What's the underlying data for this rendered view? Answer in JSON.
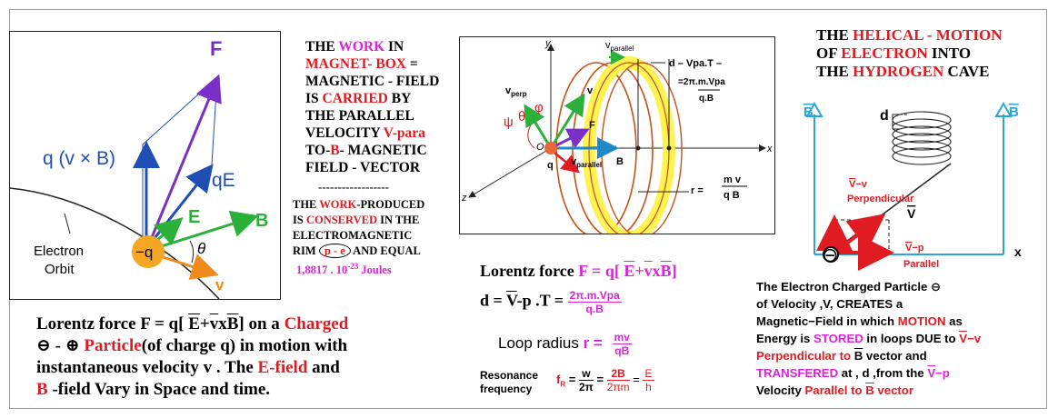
{
  "panel1": {
    "labels": {
      "F": "F",
      "qvxB": "q (v × B)",
      "qE": "qE",
      "E": "E",
      "B": "B",
      "neg_q": "−q",
      "theta": "θ",
      "v": "v",
      "electron_orbit_1": "Electron",
      "electron_orbit_2": "Orbit"
    },
    "caption": {
      "l1_a": "Lorentz force ",
      "l1_b": "F",
      "l1_c": " = q[ ",
      "l1_d": "E",
      "l1_e": "+",
      "l1_f": "v",
      "l1_g": "x",
      "l1_h": "B",
      "l1_i": "] on a ",
      "l1_j": "Charged",
      "l2_a": "⊖ - ⊕ ",
      "l2_b": "Particle",
      "l2_c": "(of charge q) in motion with",
      "l3": "instantaneous velocity v . The ",
      "l3_b": "E-field",
      "l3_c": " and",
      "l4_a": "B",
      "l4_b": " -field  Vary in Space and time."
    }
  },
  "panel2": {
    "text": {
      "t1_a": "THE  ",
      "t1_b": "WORK",
      "t1_c": " IN",
      "t2_a": "MAGNET- BOX",
      "t2_b": " =",
      "t3": "MAGNETIC -  FIELD",
      "t4_a": "IS  ",
      "t4_b": "CARRIED",
      "t4_c": " BY",
      "t5": "THE PARALLEL",
      "t6_a": "VELOCITY ",
      "t6_b": "V-para",
      "t7_a": "TO-",
      "t7_b": "B",
      "t7_c": "- MAGNETIC",
      "t8": "FIELD - VECTOR",
      "sep": "------------------",
      "u1_a": "THE ",
      "u1_b": "WORK",
      "u1_c": "-PRODUCED",
      "u2_a": "IS ",
      "u2_b": "CONSERVED",
      "u2_c": "  IN THE",
      "u3": "ELECTROMAGNETIC",
      "u4_a": "RIM ",
      "u4_b": "p - e",
      "u4_c": " AND  EQUAL",
      "u5_a": "1,8817  . 10",
      "u5_b": "-23",
      "u5_c": "  Joules"
    }
  },
  "panel3": {
    "labels": {
      "y": "y",
      "x": "x",
      "z": "z",
      "O": "O",
      "q": "q",
      "vparallel_top": "v",
      "vparallel_top_sub": "parallel",
      "vperp": "v",
      "vperp_sub": "perp",
      "v": "v",
      "F": "F",
      "vparallel": "v",
      "vparallel_sub": "parallel",
      "B": "B",
      "psi": "ψ",
      "theta": "θ",
      "phi": "φ",
      "d_formula_1": "d – Vpa.T –",
      "d_formula_2": "=2π.m.Vpa",
      "d_formula_3": "q.B",
      "r_eq": "r =",
      "r_num": "m v",
      "r_den": "q B"
    },
    "formulas": {
      "lorentz_a": "Lorentz force   ",
      "lorentz_b": "F = q[ ",
      "lorentz_c": "E",
      "lorentz_d": "+",
      "lorentz_e": "v",
      "lorentz_f": "x",
      "lorentz_g": "B",
      "lorentz_h": "]",
      "d_a": "d = ",
      "d_b": "V",
      "d_c": "-p  .T = ",
      "d_num": "2π.m.Vpa",
      "d_den": "q.B",
      "loop_a": "Loop radius ",
      "loop_b": "r  =",
      "loop_num": "mv",
      "loop_den": "qB",
      "res_1": "Resonance",
      "res_2": "frequency",
      "res_f": "f",
      "res_sub": "R",
      "res_eq": " =",
      "res_w": "w",
      "res_2pi": "2π",
      "res_eq2": "=",
      "res_2B": "2B",
      "res_2pim": "2πm",
      "res_eq3": "=",
      "res_E": "E",
      "res_h": "h"
    }
  },
  "panel4": {
    "title": {
      "r1_a": "THE  ",
      "r1_b": "HELICAL - MOTION",
      "r2_a": "OF        ",
      "r2_b": "ELECTRON",
      "r2_c": "        INTO",
      "r3_a": "THE  ",
      "r3_b": "HYDROGEN",
      "r3_c": "  CAVE"
    },
    "labels": {
      "B_left": "B",
      "B_right": "B",
      "d": "d",
      "vv_a": "V",
      "vv_b": "−v",
      "perp": "Perpendicular",
      "V": "V",
      "vp_a": "V",
      "vp_b": "−p",
      "parallel": "Parallel",
      "x": "x",
      "minus": "⊖"
    },
    "text": {
      "l1": "The Electron Charged Particle  ⊖",
      "l2": "of Velocity ,V, CREATES a",
      "l3_a": "Magnetic−Field in which ",
      "l3_b": "MOTION",
      "l3_c": " as",
      "l4_a": "Energy is ",
      "l4_b": "STORED",
      "l4_c": " in loops DUE to ",
      "l4_d": "V",
      "l4_e": "−v",
      "l5_a": "Perpendicular to ",
      "l5_b": "B",
      "l5_c": " vector and",
      "l6_a": "TRANSFERED",
      "l6_b": " at , d ,from the ",
      "l6_c": "V",
      "l6_d": "−p",
      "l7_a": "Velocity ",
      "l7_b": "Parallel to ",
      "l7_c": "B",
      "l7_d": " vector"
    }
  },
  "colors": {
    "red": "#e11b22",
    "magenta": "#dc23d8",
    "purple": "#7a2fc8",
    "blue": "#1f4fb5",
    "green": "#2bb03a",
    "orange": "#f08a1a",
    "yellow": "#ffef3a",
    "cyan": "#29a8d8"
  }
}
